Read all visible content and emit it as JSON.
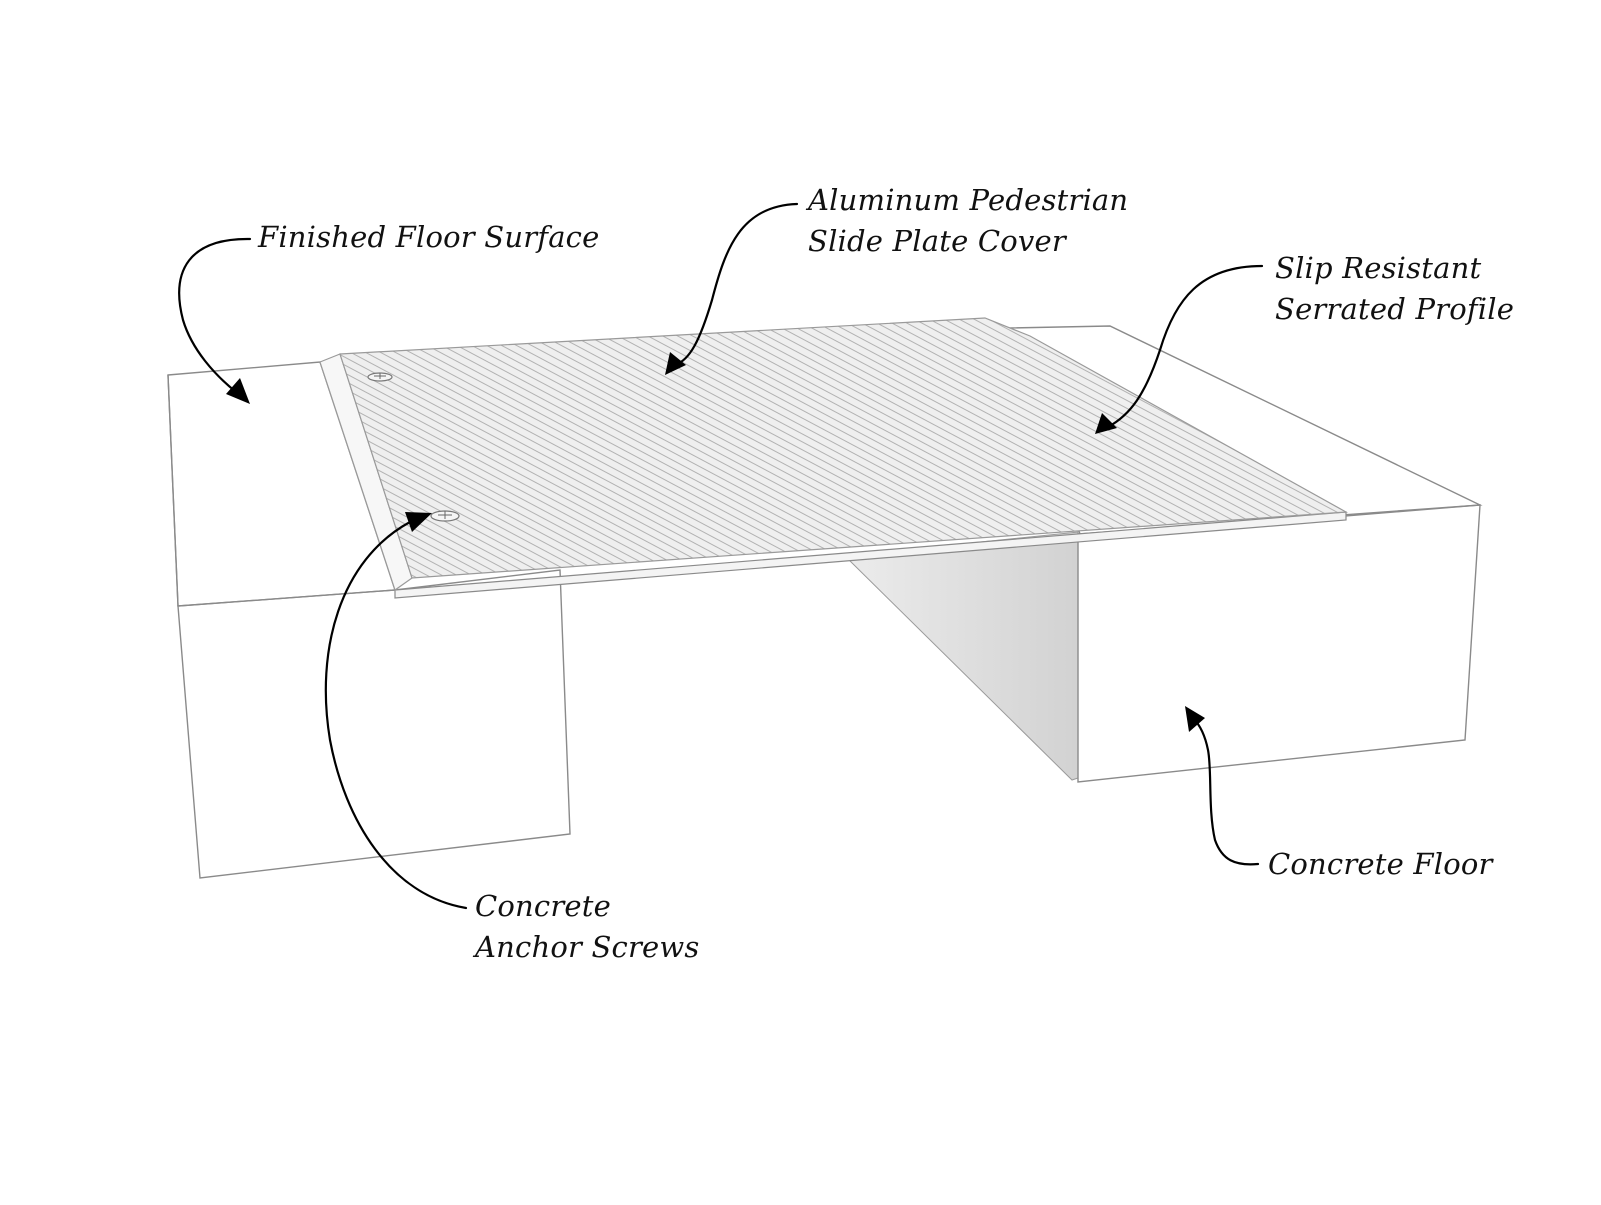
{
  "diagram": {
    "title": "Aluminum pedestrian slide plate cover over concrete floor joint",
    "colors": {
      "background": "#ffffff",
      "outline": "#8a8a8a",
      "serration": "#b5b5b5",
      "plate_fill": "#ececec",
      "shadow": "#d4d4d4",
      "leader": "#000000",
      "text": "#111111"
    },
    "callouts": [
      {
        "id": "finished-floor-surface",
        "lines": [
          "Finished Floor Surface"
        ]
      },
      {
        "id": "slide-plate-cover",
        "lines": [
          "Aluminum Pedestrian",
          "Slide Plate Cover"
        ]
      },
      {
        "id": "serrated-profile",
        "lines": [
          "Slip Resistant",
          "Serrated Profile"
        ]
      },
      {
        "id": "anchor-screws",
        "lines": [
          "Concrete",
          "Anchor Screws"
        ]
      },
      {
        "id": "concrete-floor",
        "lines": [
          "Concrete Floor"
        ]
      }
    ],
    "components": [
      {
        "id": "left-slab",
        "name": "Left concrete slab"
      },
      {
        "id": "right-slab",
        "name": "Right concrete slab"
      },
      {
        "id": "joint-gap",
        "name": "Expansion joint gap"
      },
      {
        "id": "slide-plate",
        "name": "Serrated aluminum slide plate"
      },
      {
        "id": "anchor-screw-1",
        "name": "Anchor screw"
      },
      {
        "id": "anchor-screw-2",
        "name": "Anchor screw"
      }
    ]
  }
}
